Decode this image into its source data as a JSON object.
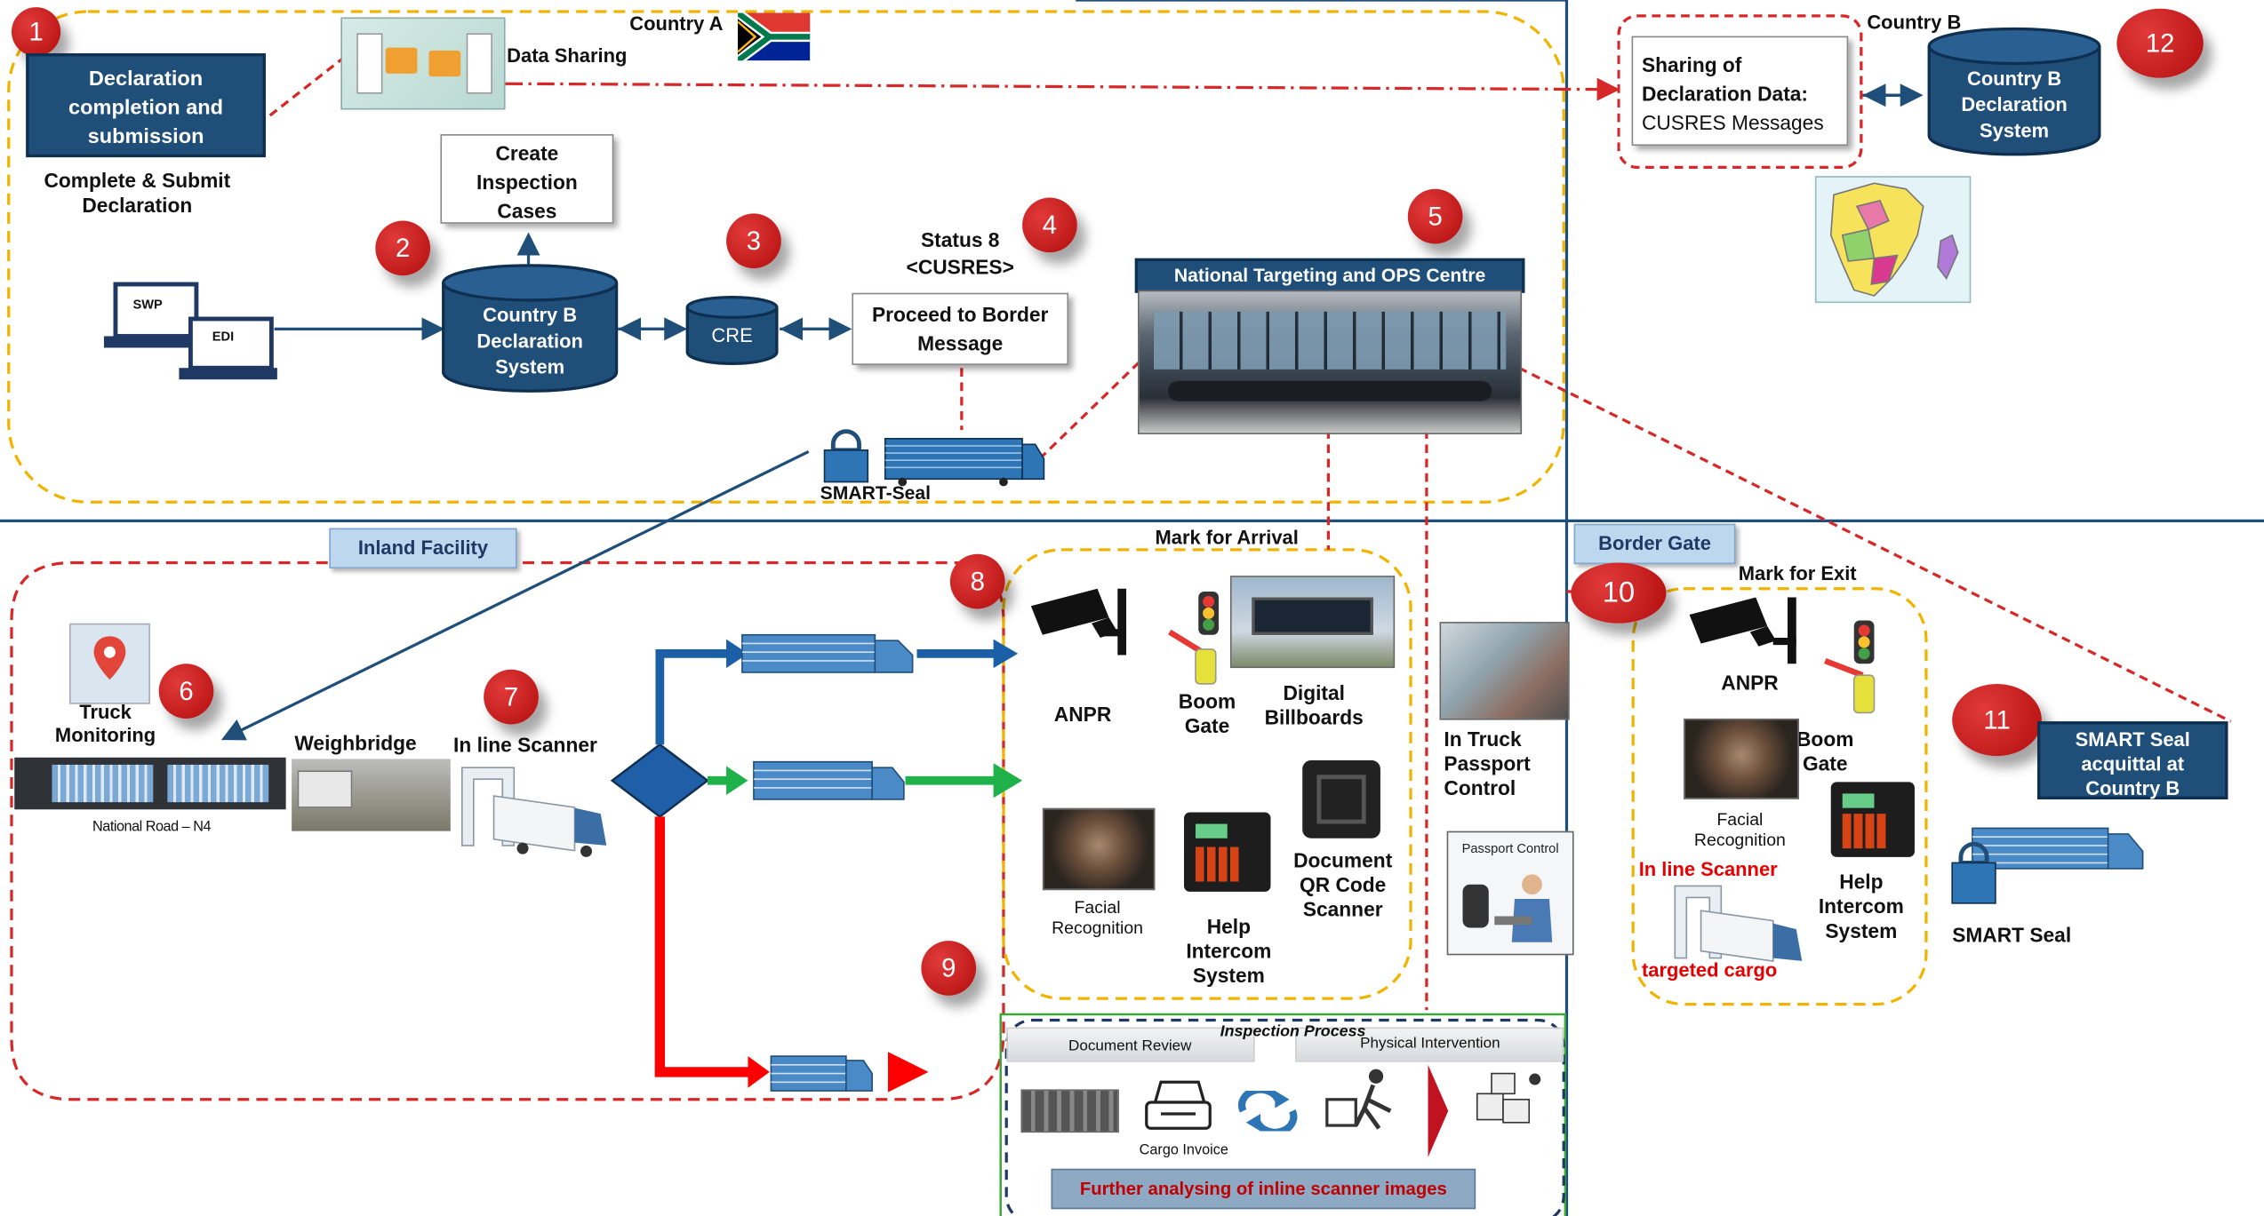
{
  "colors": {
    "accent_navy": "#1f4e79",
    "dash_red": "#d62828",
    "dash_yellow": "#f0b400",
    "arrow_blue": "#1b5fa6",
    "arrow_green": "#1fb14a",
    "arrow_red": "#ff0000",
    "divider_blue": "#1f4e79"
  },
  "country_a": {
    "title": "Country A",
    "data_sharing": "Data Sharing"
  },
  "country_b": {
    "title": "Country B",
    "sharing_line1": "Sharing of",
    "sharing_line2": "Declaration Data:",
    "sharing_line3": "CUSRES Messages",
    "db_line1": "Country B",
    "db_line2": "Declaration",
    "db_line3": "System"
  },
  "declaration": {
    "box_line1": "Declaration",
    "box_line2": "completion and",
    "box_line3": "submission",
    "caption_line1": "Complete & Submit",
    "caption_line2": "Declaration"
  },
  "swp_label": "SWP",
  "edi_label": "EDI",
  "inspection_cases": {
    "line1": "Create",
    "line2": "Inspection",
    "line3": "Cases"
  },
  "central_db": {
    "line1": "Country B",
    "line2": "Declaration",
    "line3": "System"
  },
  "cre_label": "CRE",
  "status": {
    "line1": "Status 8",
    "line2": "<CUSRES>"
  },
  "proceed": {
    "line1": "Proceed to Border",
    "line2": "Message"
  },
  "smart_seal_top": "SMART-Seal",
  "ops_centre": "National Targeting and OPS Centre",
  "callouts": {
    "c1": "1",
    "c2": "2",
    "c3": "3",
    "c4": "4",
    "c5": "5",
    "c6": "6",
    "c7": "7",
    "c8": "8",
    "c9": "9",
    "c10": "10",
    "c11": "11",
    "c12": "12"
  },
  "inland_facility": "Inland Facility",
  "truck_monitoring": {
    "line1": "Truck",
    "line2": "Monitoring"
  },
  "national_road": "National Road – N4",
  "weighbridge": "Weighbridge",
  "inline_scanner": "In line Scanner",
  "mark_arrival": "Mark for Arrival",
  "anpr": "ANPR",
  "boom_gate": {
    "line1": "Boom",
    "line2": "Gate"
  },
  "digital_billboards": {
    "line1": "Digital",
    "line2": "Billboards"
  },
  "facial_recognition": {
    "line1": "Facial",
    "line2": "Recognition"
  },
  "help_intercom": {
    "line1": "Help",
    "line2": "Intercom",
    "line3": "System"
  },
  "qr_scanner": {
    "line1": "Document",
    "line2": "QR Code",
    "line3": "Scanner"
  },
  "in_truck": {
    "line1": "In Truck",
    "line2": "Passport",
    "line3": "Control"
  },
  "passport_control": "Passport Control",
  "inspection": {
    "doc_review": "Document Review",
    "process": "Inspection Process",
    "physical": "Physical Intervention",
    "cargo_invoice": "Cargo Invoice",
    "further": "Further analysing of inline scanner images"
  },
  "border_gate": "Border Gate",
  "mark_exit": "Mark for Exit",
  "exit_anpr": "ANPR",
  "exit_boom": {
    "line1": "Boom",
    "line2": "Gate"
  },
  "exit_facial": {
    "line1": "Facial",
    "line2": "Recognition"
  },
  "exit_inline": "In line Scanner",
  "exit_help": {
    "line1": "Help",
    "line2": "Intercom",
    "line3": "System"
  },
  "targeted_cargo": "targeted cargo",
  "smart_acquittal": {
    "line1": "SMART Seal",
    "line2": "acquittal at",
    "line3": "Country B"
  },
  "smart_seal_right": "SMART Seal"
}
